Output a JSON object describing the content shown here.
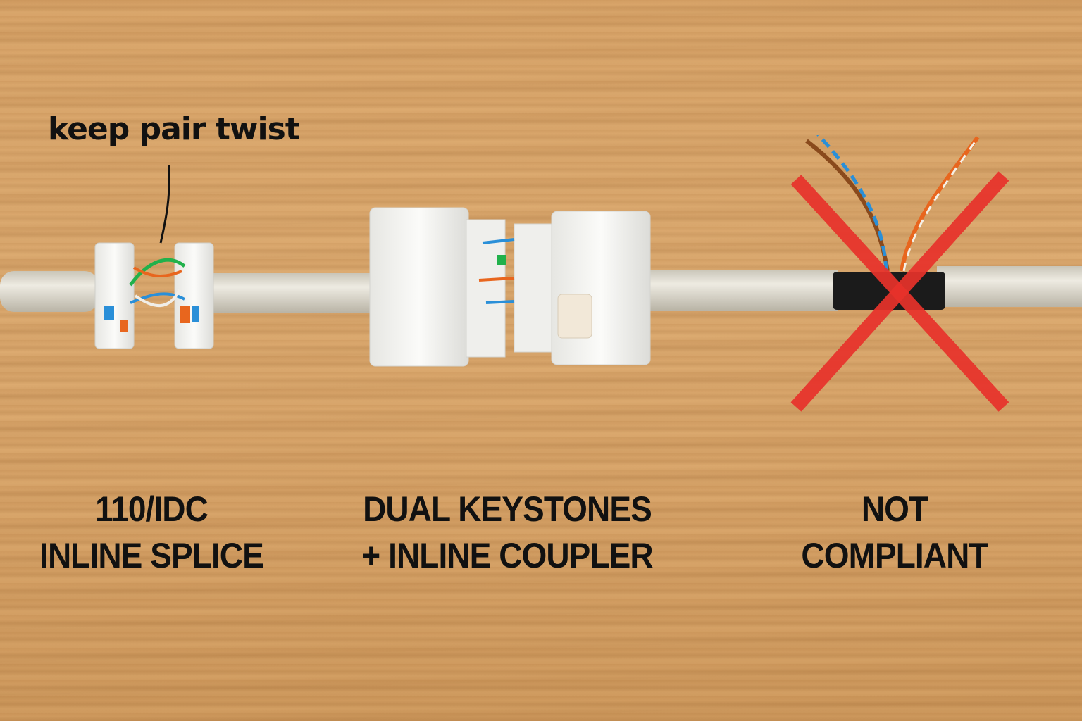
{
  "annotation": "keep pair twist",
  "labels": [
    {
      "line1": "110/IDC",
      "line2": "INLINE SPLICE"
    },
    {
      "line1": "DUAL KEYSTONES",
      "line2": "+ INLINE COUPLER"
    },
    {
      "line1": "NOT",
      "line2": "COMPLIANT"
    }
  ],
  "colors": {
    "cross": "#e8322b",
    "cable": "#dcd8cc",
    "tape": "#1b1b1b"
  }
}
